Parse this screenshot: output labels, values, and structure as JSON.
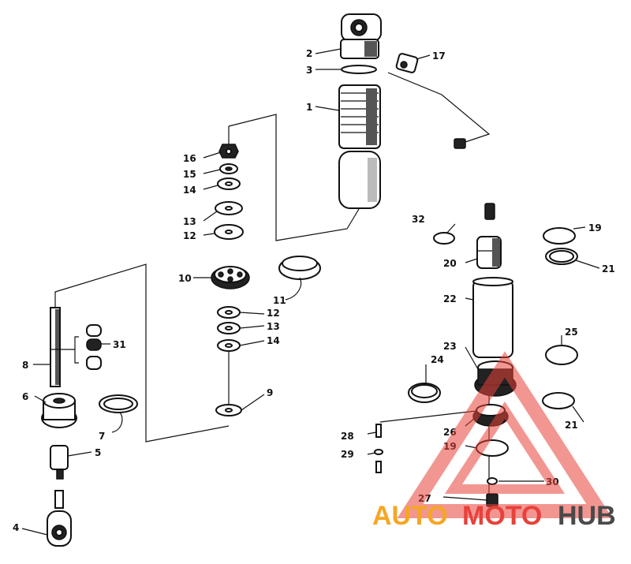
{
  "callouts": {
    "c1": "1",
    "c2": "2",
    "c3": "3",
    "c4": "4",
    "c5": "5",
    "c6": "6",
    "c7": "7",
    "c8": "8",
    "c9": "9",
    "c10": "10",
    "c11": "11",
    "c12a": "12",
    "c12b": "12",
    "c13a": "13",
    "c13b": "13",
    "c14a": "14",
    "c14b": "14",
    "c15": "15",
    "c16": "16",
    "c17": "17",
    "c19a": "19",
    "c19b": "19",
    "c20": "20",
    "c21a": "21",
    "c21b": "21",
    "c22": "22",
    "c23": "23",
    "c24": "24",
    "c25": "25",
    "c26": "26",
    "c27": "27",
    "c28": "28",
    "c29": "29",
    "c30": "30",
    "c31": "31",
    "c32": "32"
  },
  "watermark": {
    "part1": "AUTO",
    "part2": "MOTO",
    "part3": "HUB",
    "color_auto": "#f5a623",
    "color_moto": "#e8413a",
    "color_hub": "#4a4a4a",
    "triangle_color": "#e8413a"
  }
}
